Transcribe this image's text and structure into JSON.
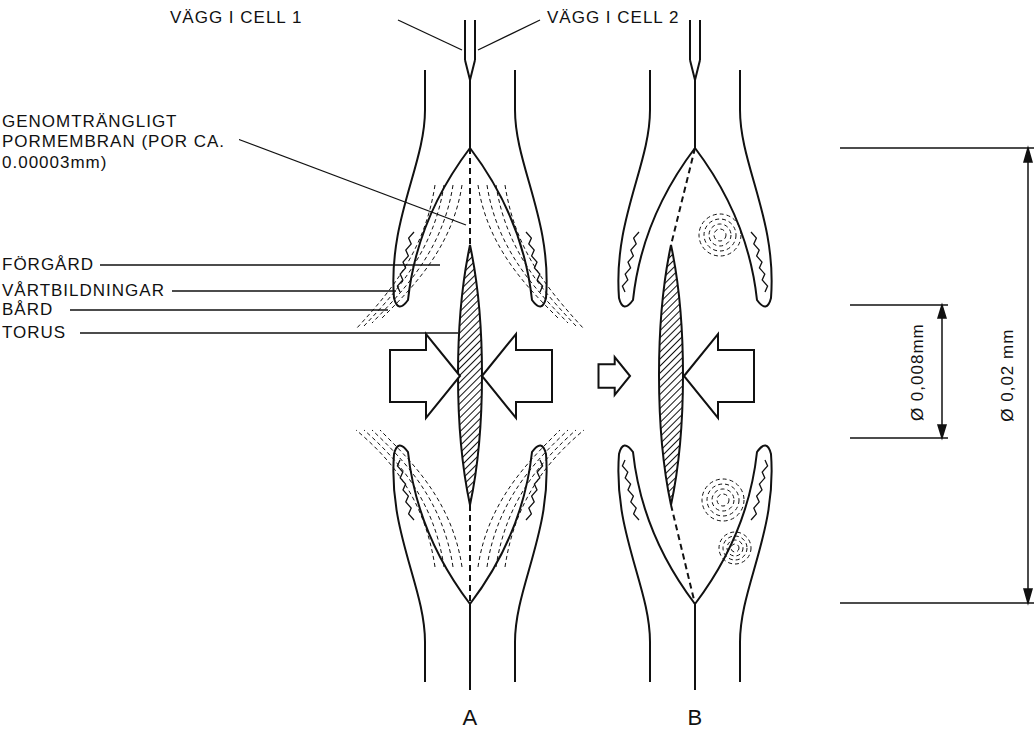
{
  "diagram": {
    "labels": [
      "VÄGG I CELL 1",
      "VÄGG I CELL 2",
      "GENOMTRÄNGLIGT PORMEMBRAN (POR CA. 0.00003mm)",
      "FÖRGÅRD",
      "VÅRTBILDNINGAR",
      "BÅRD",
      "TORUS",
      "Ø 0,008mm",
      "Ø 0,02 mm",
      "A",
      "B"
    ]
  }
}
